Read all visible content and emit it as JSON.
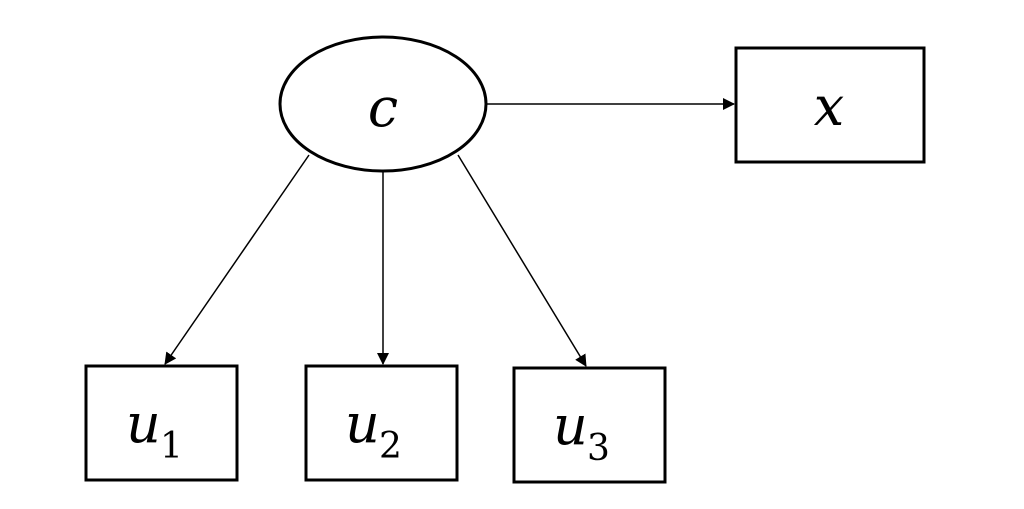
{
  "diagram": {
    "nodes": {
      "c": {
        "label": "c",
        "shape": "ellipse"
      },
      "x": {
        "label": "x",
        "shape": "box"
      },
      "u1": {
        "label": "u",
        "subscript": "1",
        "shape": "box"
      },
      "u2": {
        "label": "u",
        "subscript": "2",
        "shape": "box"
      },
      "u3": {
        "label": "u",
        "subscript": "3",
        "shape": "box"
      }
    },
    "edges": [
      {
        "from": "c",
        "to": "x"
      },
      {
        "from": "c",
        "to": "u1"
      },
      {
        "from": "c",
        "to": "u2"
      },
      {
        "from": "c",
        "to": "u3"
      }
    ],
    "stroke_color": "#000000",
    "fill_color": "#ffffff"
  }
}
